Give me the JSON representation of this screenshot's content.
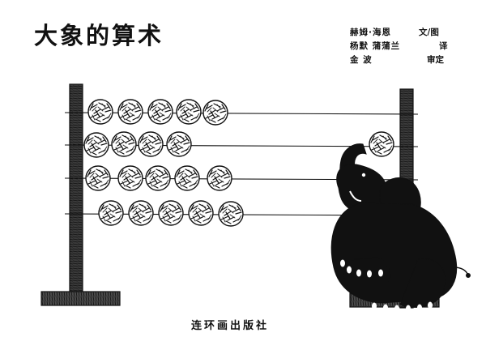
{
  "cover": {
    "title": "大象的算术",
    "credits": [
      {
        "name": "赫姆·海恩",
        "role": "文/图"
      },
      {
        "name": "杨默 蒲蒲兰",
        "role": "译"
      },
      {
        "name": "金 波",
        "role": "审定"
      }
    ],
    "publisher": "连环画出版社"
  },
  "illustration": {
    "abacus_rows": [
      5,
      5,
      5,
      5
    ],
    "bead_held_by_elephant": 1,
    "colors": {
      "ink": "#111111",
      "paper": "#ffffff",
      "wood": "#2a2a2a"
    }
  }
}
